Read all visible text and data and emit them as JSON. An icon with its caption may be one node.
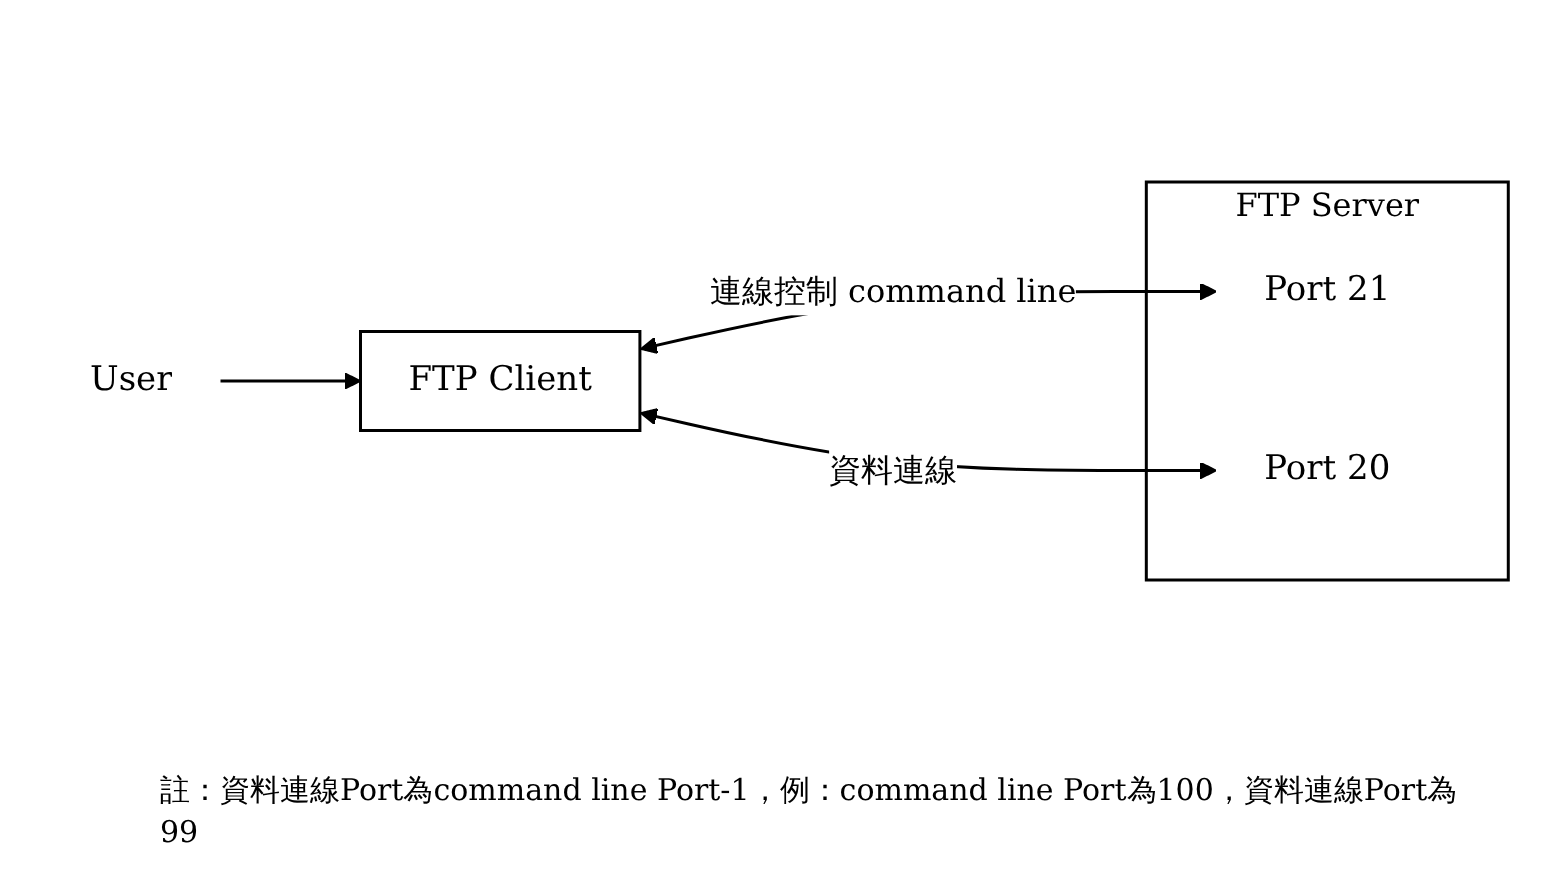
{
  "diagram": {
    "nodes": [
      {
        "text": [
          "User"
        ]
      },
      {
        "text": [
          "FTP Client"
        ]
      },
      {
        "text": [
          "FTP Server"
        ]
      },
      {
        "text": [
          "Port 21"
        ],
        "in": 2
      },
      {
        "text": [
          "Port 20"
        ],
        "in": 2
      }
    ],
    "edges": [
      {
        "from": 0,
        "to": 1,
        "arrow": "to"
      },
      {
        "from": 1,
        "to": 3,
        "arrow": "both",
        "label": "連線控制 command line"
      },
      {
        "from": 1,
        "to": 4,
        "arrow": "both",
        "label": "資料連線"
      }
    ],
    "labels": [
      "註：資料連線Port為command line Port-1，例：command line Port為100，資料連線Port為99"
    ]
  }
}
